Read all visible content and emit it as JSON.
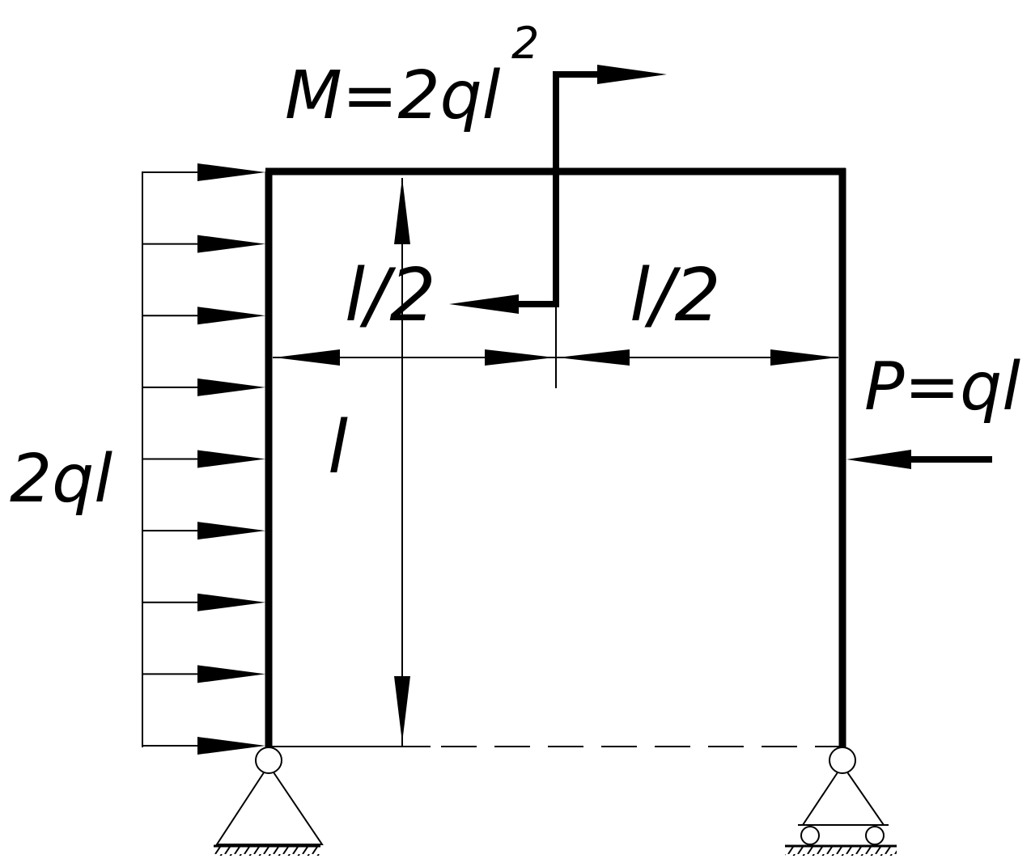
{
  "diagram": {
    "moment_label": "M=2ql",
    "moment_exponent": "2",
    "distributed_load_label": "2ql",
    "point_load_label": "P=ql",
    "span_left_label": "l/2",
    "span_right_label": "l/2",
    "height_label": "l"
  },
  "colors": {
    "ink": "#000000",
    "background": "#ffffff"
  }
}
